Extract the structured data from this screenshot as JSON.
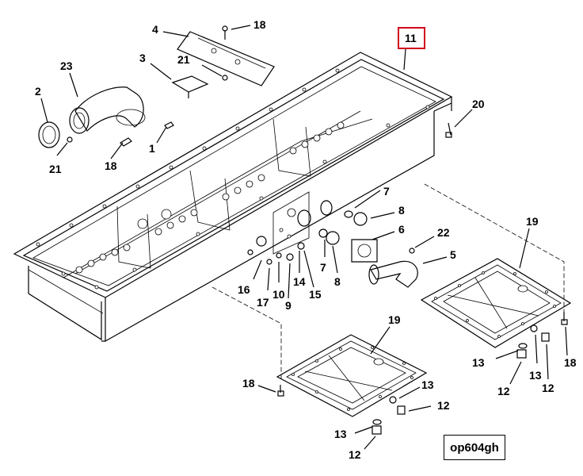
{
  "diagram": {
    "reference_code": "op604gh",
    "highlighted_callout": "11",
    "highlight_color": "#d0021b",
    "callouts": [
      "11",
      "4",
      "18",
      "3",
      "21",
      "23",
      "2",
      "1",
      "21",
      "18",
      "20",
      "7",
      "8",
      "6",
      "22",
      "5",
      "7",
      "8",
      "16",
      "17",
      "10",
      "9",
      "14",
      "15",
      "19",
      "13",
      "18",
      "12",
      "13",
      "12",
      "19",
      "18",
      "13",
      "12",
      "13",
      "12"
    ]
  }
}
